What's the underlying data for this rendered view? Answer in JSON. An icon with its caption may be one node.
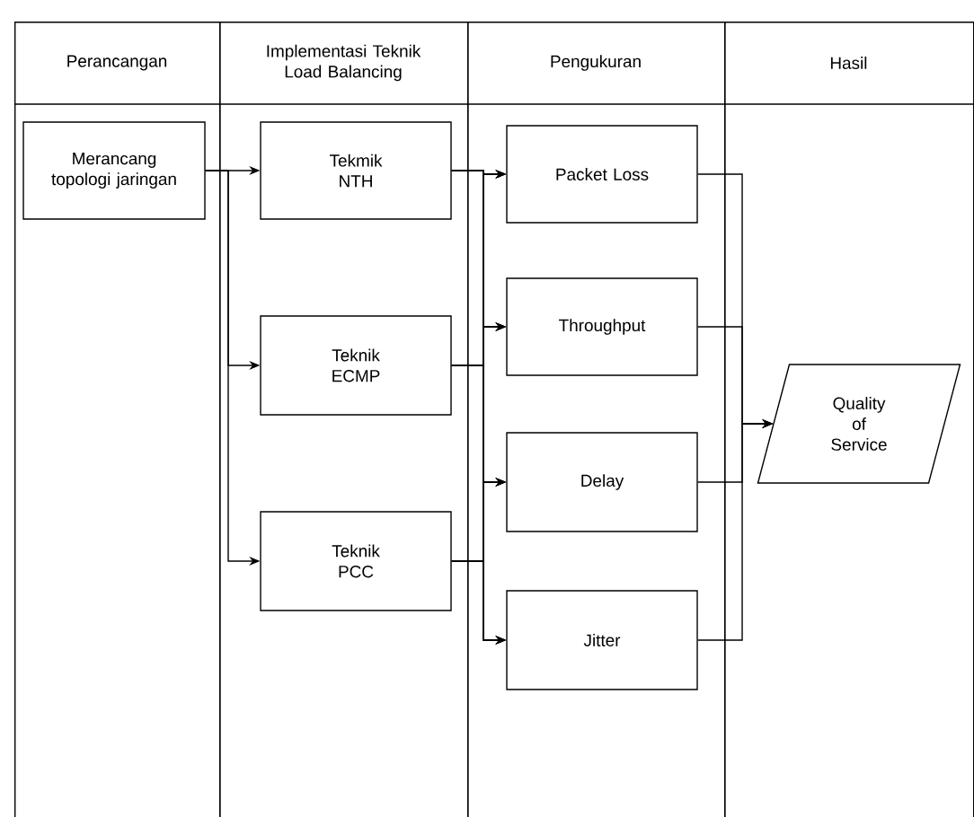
{
  "diagram": {
    "nodes": [
      {
        "text": [
          "Perancangan"
        ]
      },
      {
        "text": [
          "Implementasi Teknik Load Balancing"
        ]
      },
      {
        "text": [
          "Pengukuran"
        ]
      },
      {
        "text": [
          "Hasil"
        ]
      },
      {
        "text": [
          "Merancang topologi jaringan"
        ],
        "in": 0
      },
      {
        "text": [
          "Tekmik NTH"
        ],
        "in": 1
      },
      {
        "text": [
          "Teknik ECMP"
        ],
        "in": 1
      },
      {
        "text": [
          "Teknik PCC"
        ],
        "in": 1
      },
      {
        "text": [
          "Packet Loss"
        ],
        "in": 2
      },
      {
        "text": [
          "Throughput"
        ],
        "in": 2
      },
      {
        "text": [
          "Delay"
        ],
        "in": 2
      },
      {
        "text": [
          "Jitter"
        ],
        "in": 2
      },
      {
        "text": [
          "Quality of Service"
        ],
        "in": 3
      }
    ],
    "edges": [
      {
        "from": 4,
        "to": 5,
        "arrow": "to"
      },
      {
        "from": 4,
        "to": 6,
        "arrow": "to"
      },
      {
        "from": 4,
        "to": 7,
        "arrow": "to"
      },
      {
        "from": 5,
        "to": 8,
        "arrow": "to"
      },
      {
        "from": 5,
        "to": 9,
        "arrow": "to"
      },
      {
        "from": 5,
        "to": 10,
        "arrow": "to"
      },
      {
        "from": 5,
        "to": 11,
        "arrow": "to"
      },
      {
        "from": 6,
        "to": 8,
        "arrow": "to"
      },
      {
        "from": 6,
        "to": 9,
        "arrow": "to"
      },
      {
        "from": 6,
        "to": 10,
        "arrow": "to"
      },
      {
        "from": 6,
        "to": 11,
        "arrow": "to"
      },
      {
        "from": 7,
        "to": 8,
        "arrow": "to"
      },
      {
        "from": 7,
        "to": 9,
        "arrow": "to"
      },
      {
        "from": 7,
        "to": 10,
        "arrow": "to"
      },
      {
        "from": 7,
        "to": 11,
        "arrow": "to"
      },
      {
        "from": 8,
        "to": 12,
        "arrow": "to"
      },
      {
        "from": 9,
        "to": 12,
        "arrow": "to"
      },
      {
        "from": 10,
        "to": 12,
        "arrow": "to"
      },
      {
        "from": 11,
        "to": 12,
        "arrow": "to"
      }
    ]
  }
}
